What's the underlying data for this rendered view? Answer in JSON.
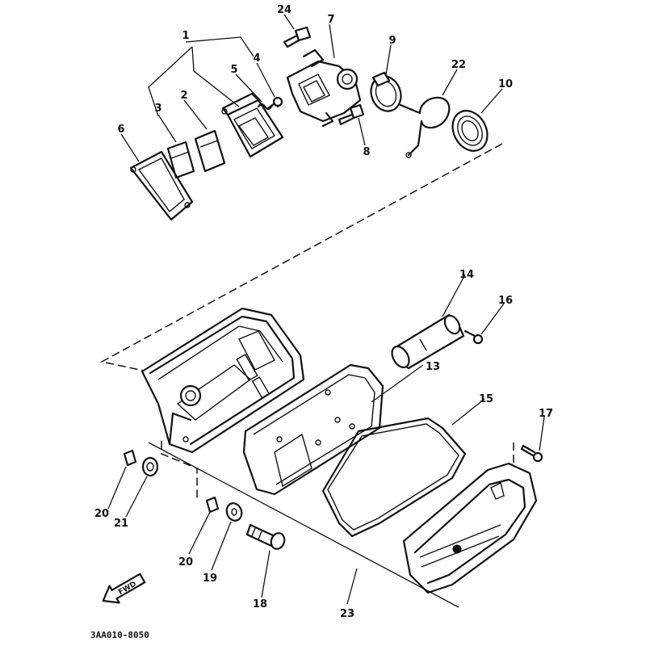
{
  "diagram_code": "3AA010-8050",
  "fwd_label": "FWD",
  "callouts": {
    "c1": "1",
    "c2": "2",
    "c3": "3",
    "c4": "4",
    "c5": "5",
    "c6": "6",
    "c7": "7",
    "c8": "8",
    "c9": "9",
    "c10": "10",
    "c13": "13",
    "c14": "14",
    "c15": "15",
    "c16": "16",
    "c17": "17",
    "c18": "18",
    "c19": "19",
    "c20a": "20",
    "c20b": "20",
    "c21": "21",
    "c22": "22",
    "c23": "23",
    "c24": "24"
  }
}
